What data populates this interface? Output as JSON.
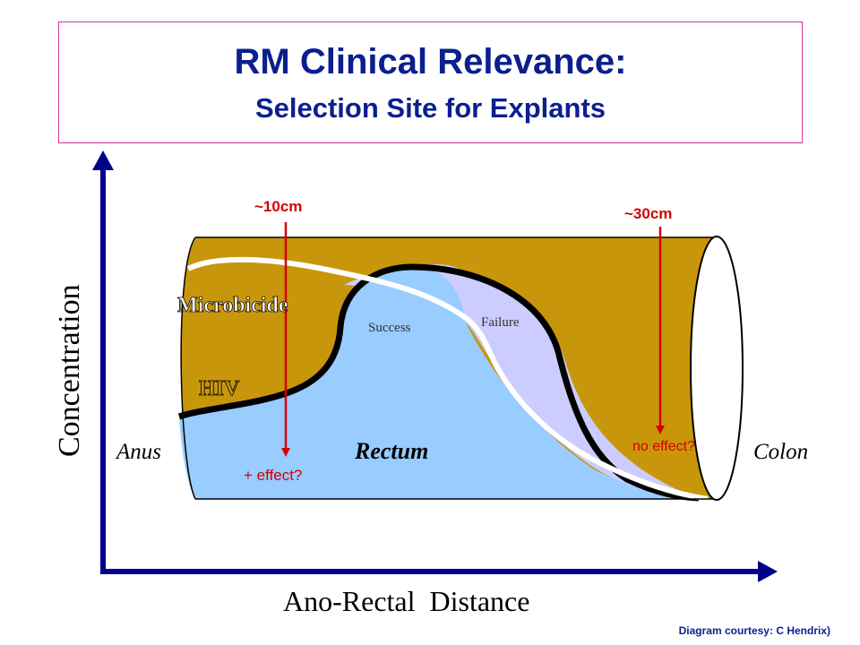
{
  "title": {
    "main": "RM Clinical Relevance:",
    "sub": "Selection Site for Explants"
  },
  "axes": {
    "y_label": "Concentration",
    "x_label": "Ano-Rectal  Distance"
  },
  "labels": {
    "anus": "Anus",
    "colon": "Colon",
    "rectum": "Rectum",
    "microbicide": "Microbicide",
    "hiv": "HIV",
    "success": "Success",
    "failure": "Failure"
  },
  "markers": {
    "near": {
      "distance": "~10cm",
      "effect": "+ effect?"
    },
    "far": {
      "distance": "~30cm",
      "effect": "no effect?"
    }
  },
  "credit": "Diagram courtesy: C Hendrix)",
  "colors": {
    "title": "#0b1f8f",
    "axis": "#00008b",
    "tube_fill": "#c8960a",
    "light_blue": "#99ccff",
    "lavender": "#ccccff",
    "marker_red": "#d40000"
  }
}
